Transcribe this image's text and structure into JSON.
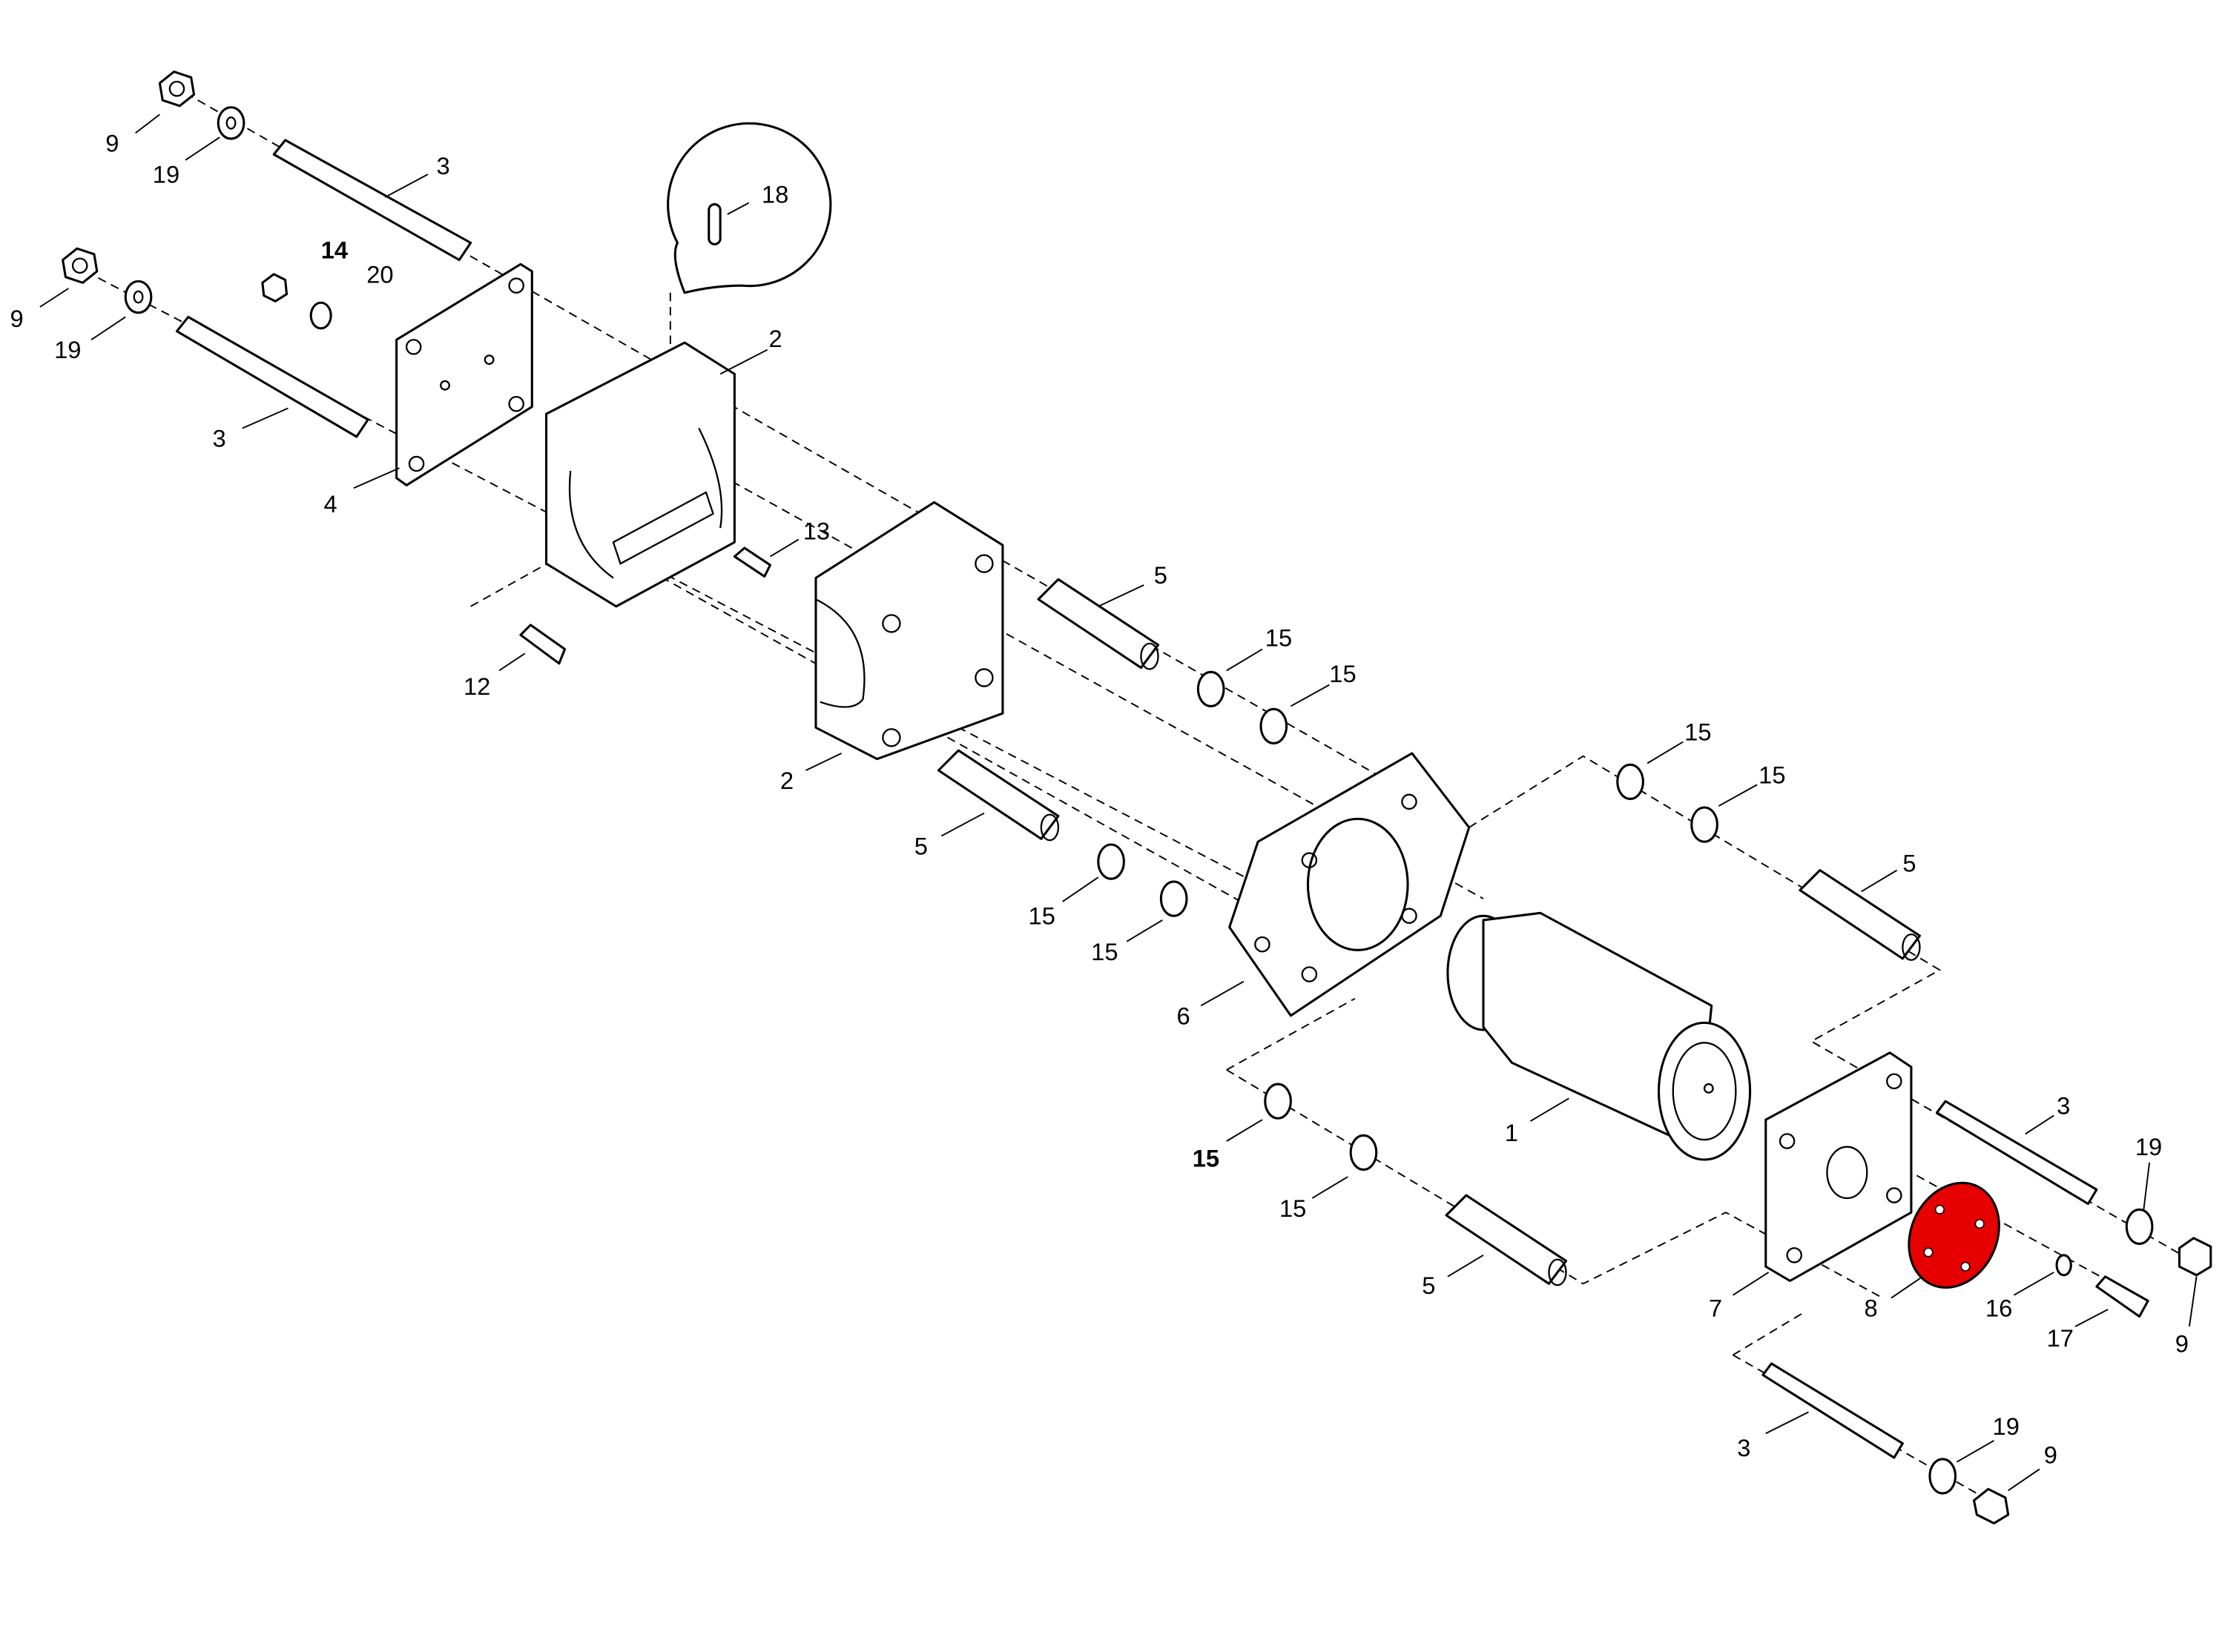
{
  "diagram": {
    "type": "exploded-parts-view",
    "highlight_color": "#e60000",
    "highlighted_part": "8",
    "callouts": [
      "9",
      "19",
      "3",
      "18",
      "14",
      "20",
      "9",
      "19",
      "3",
      "2",
      "4",
      "13",
      "12",
      "5",
      "15",
      "15",
      "2",
      "15",
      "15",
      "5",
      "5",
      "15",
      "15",
      "6",
      "1",
      "3",
      "19",
      "15",
      "15",
      "5",
      "7",
      "8",
      "16",
      "17",
      "9",
      "3",
      "19",
      "9"
    ]
  }
}
